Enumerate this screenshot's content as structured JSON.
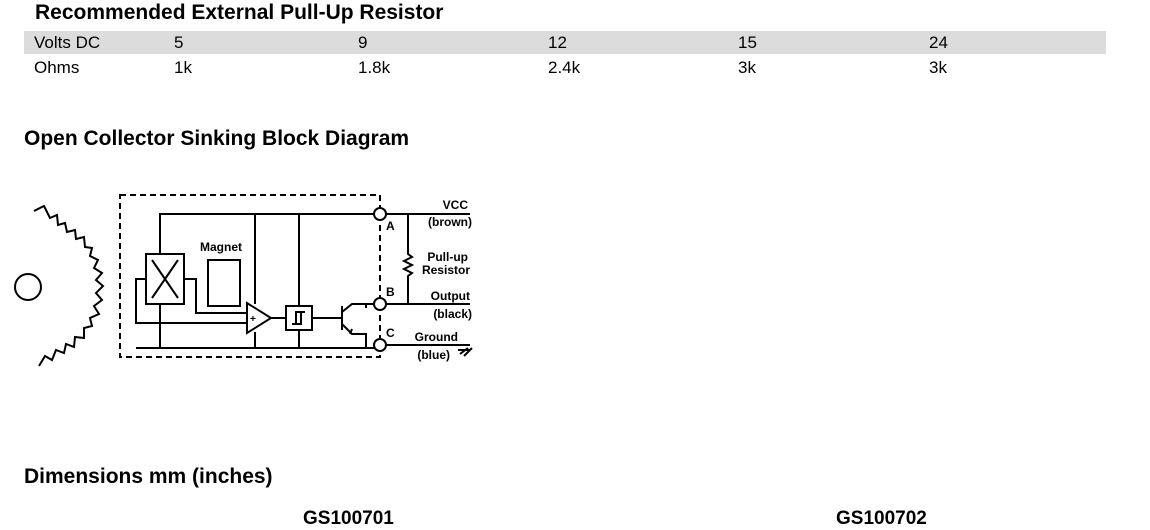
{
  "sections": {
    "resistor_title": "Recommended External Pull-Up Resistor",
    "diagram_title": "Open Collector Sinking Block Diagram",
    "dimensions_title": "Dimensions mm (inches)"
  },
  "resistor_table": {
    "rows": [
      [
        "Volts DC",
        "5",
        "9",
        "12",
        "15",
        "24"
      ],
      [
        "Ohms",
        "1k",
        "1.8k",
        "2.4k",
        "3k",
        "3k"
      ]
    ]
  },
  "diagram": {
    "magnet": "Magnet",
    "plus": "+",
    "pin_a": "A",
    "pin_b": "B",
    "pin_c": "C",
    "vcc": "VCC",
    "brown": "(brown)",
    "pullup": "Pull-up",
    "resistor": "Resistor",
    "output": "Output",
    "black": "(black)",
    "ground": "Ground",
    "blue": "(blue)"
  },
  "dimension_parts": [
    "GS100701",
    "GS100702"
  ]
}
